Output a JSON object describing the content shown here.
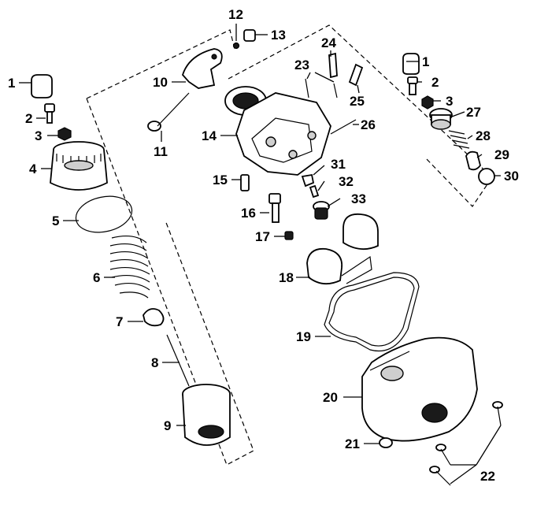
{
  "callouts": {
    "c1a": "1",
    "c2a": "2",
    "c3a": "3",
    "c4": "4",
    "c5": "5",
    "c6": "6",
    "c7": "7",
    "c8": "8",
    "c9": "9",
    "c10": "10",
    "c11": "11",
    "c12": "12",
    "c13": "13",
    "c14": "14",
    "c15": "15",
    "c16": "16",
    "c17": "17",
    "c18": "18",
    "c19": "19",
    "c20": "20",
    "c21": "21",
    "c22": "22",
    "c23": "23",
    "c24": "24",
    "c25": "25",
    "c26": "26",
    "c1b": "1",
    "c2b": "2",
    "c3b": "3",
    "c27": "27",
    "c28": "28",
    "c29": "29",
    "c30": "30",
    "c31": "31",
    "c32": "32",
    "c33": "33"
  },
  "colors": {
    "ink": "#000000",
    "background": "#ffffff",
    "shade": "#cfcfcf"
  }
}
